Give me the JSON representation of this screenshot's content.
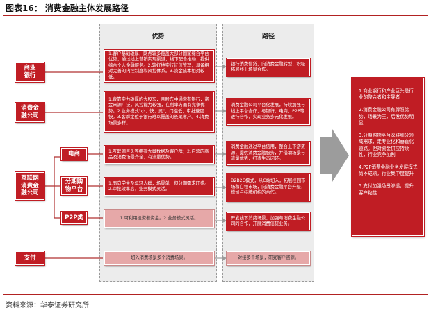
{
  "header": {
    "fig_label": "图表16：",
    "fig_title": "消费金融主体发展路径"
  },
  "source": "资料来源：华泰证券研究所",
  "columns": {
    "advantage": "优势",
    "path": "路径"
  },
  "entities": {
    "bank": "商业\n银行",
    "consumer_finance": "消费金\n融公司",
    "internet": "互联网\n消费金\n融公司",
    "ecommerce": "电商",
    "installment": "分期购\n物平台",
    "p2p": "P2P类",
    "payment": "支付"
  },
  "advantages": {
    "bank": "1.客户基础雄厚，网点较多覆盖大部分国家综合平台优势，通过线上营销实现渠道，线下配合推动，提供综合个人金融服务。2.较好地实行征信管理，具备相对完善的内控制度和风控体系。3.资金成本相对较低。",
    "consumer_finance": "1.背靠实力雄厚的大股东，且股东中通常有银行，资金来源广泛，风控能力较强，在利率方面有竞争优势。2.业务模式\"小、快、灵\"，门槛低，审批速度快。3.客群定位于银行难以覆盖的长尾客户。4.消费场景多样。",
    "ecommerce": "1.互联网巨头等拥有大量数据及客户群；2.自营的商品及消费场景齐全，有流量优势。",
    "installment": "1.面向学生及年轻人群，场景单一但分期需求旺盛。2.审批效率高，业务模式灵活。",
    "p2p": "1.可利用投资者资金。2.业务模式灵活。",
    "payment": "切入消费场景多个消费场景。"
  },
  "paths": {
    "bank": "银行消费信贷，向消费金融转型，积极拓展线上场景合作。",
    "consumer_finance": "消费金融公司平台化发展，持续加强与线上平台合作，与银行、电商、P2P等进行合作，实现业务多元化发展。",
    "ecommerce": "消费金融通过平台信用，整合上下游资源，提供消费金融服务，并借助场景与流量优势，打造生态闭环。",
    "installment": "B2B2C模式，从C端切入，拓展校园市场和白领市场，向消费金融平台升级，增加与持牌机构的合作。",
    "p2p": "开发线下消费场景，加强与消费金融公司的合作，开展消费信贷业务。",
    "payment": "对接多个场景，研究客户资源。"
  },
  "trends": [
    "1.商业银行和产业巨头是行业的整合者和主导者",
    "2.消费金融公司有牌照优势，场景为王，后发优势明显",
    "3.分期购物平台深耕细分领域需求，走专业化和垂直化道路。但对资金供应持续性，行业竞争加剧",
    "4.P2P消费金融业务发展模式尚不成熟，行业集中度提升",
    "5.支付加强场景渗透，提升客户粘性"
  ]
}
